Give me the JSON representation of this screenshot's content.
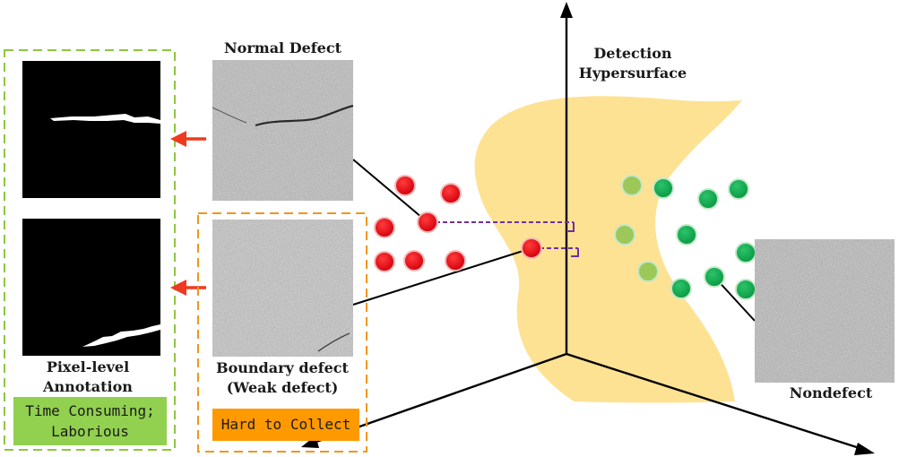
{
  "labels": {
    "normal_defect": "Normal Defect",
    "detection_line1": "Detection",
    "detection_line2": "Hypersurface",
    "pixel_level_line1": "Pixel-level",
    "pixel_level_line2": "Annotation",
    "boundary_line1": "Boundary defect",
    "boundary_line2": "(Weak defect)",
    "nondefect": "Nondefect"
  },
  "tags": {
    "time_consuming_line1": "Time Consuming;",
    "time_consuming_line2": "Laborious",
    "hard_to_collect": "Hard to Collect"
  },
  "colors": {
    "defect_point": "#e0000f",
    "nondefect_point": "#0ea54a",
    "nondefect_point_faded": "#9cc85a",
    "hypersurface": "#fde08a",
    "annotation_box_border": "#8dc63f",
    "time_consuming_fill": "#92d050",
    "boundary_box_border": "#f0961e",
    "hard_to_collect_fill": "#ff9900",
    "arrow_red": "#ee3b1f",
    "projection_dash": "#7030a0"
  },
  "icons": [
    "axis-arrow-icon",
    "left-arrow-icon"
  ]
}
